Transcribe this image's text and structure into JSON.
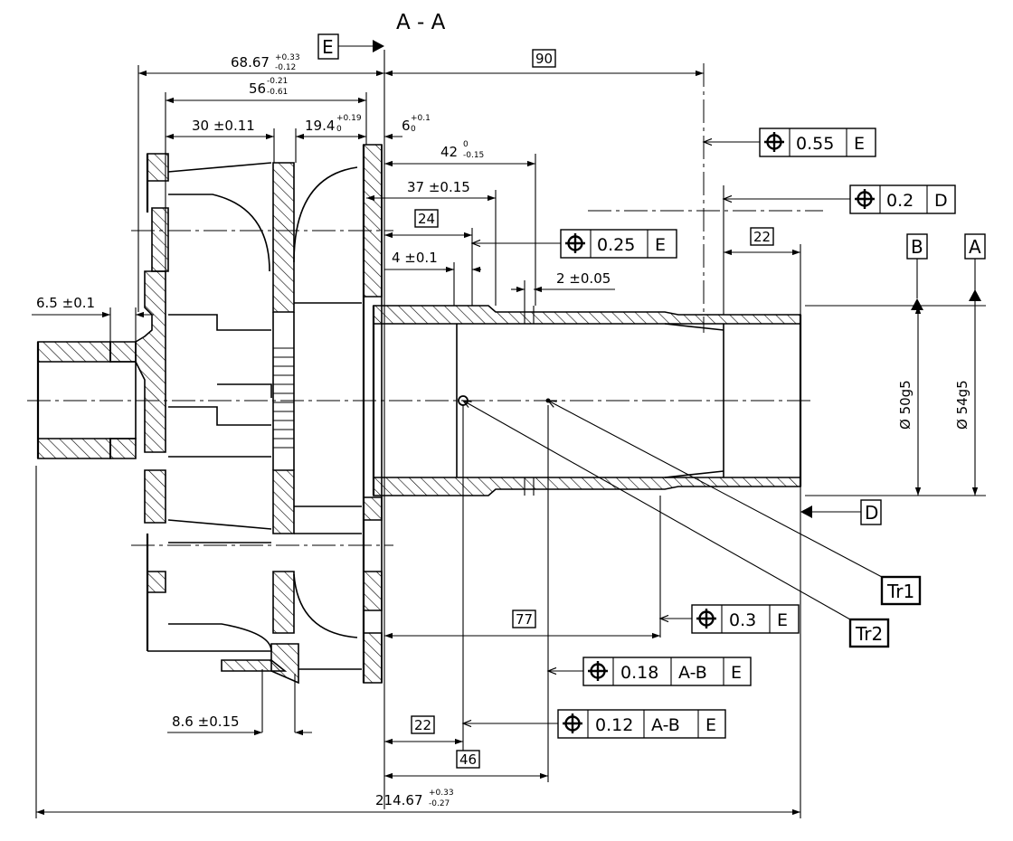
{
  "section_title": "A - A",
  "datum_labels": {
    "E": "E",
    "B": "B",
    "A": "A",
    "D": "D"
  },
  "dimensions": {
    "d_68_67": {
      "main": "68.67",
      "upper": "+0.33",
      "lower": "-0.12"
    },
    "d_56": {
      "main": "56",
      "upper": "-0.21",
      "lower": "-0.61"
    },
    "d_30": "30 ±0.11",
    "d_19_4": {
      "main": "19.4",
      "upper": "+0.19",
      "lower": "0"
    },
    "d_6": {
      "main": "6",
      "upper": "+0.1",
      "lower": "0"
    },
    "d_42": {
      "main": "42",
      "upper": "0",
      "lower": "-0.15"
    },
    "d_37": "37 ±0.15",
    "d_4": "4 ±0.1",
    "d_2": "2 ±0.05",
    "d_6_5": "6.5 ±0.1",
    "d_8_6": "8.6 ±0.15",
    "d_214": {
      "main": "214.67",
      "upper": "+0.33",
      "lower": "-0.27"
    },
    "dia_50": "Ø 50g5",
    "dia_54": "Ø 54g5"
  },
  "basic_dims": {
    "b90": "90",
    "b24": "24",
    "b22_top": "22",
    "b77": "77",
    "b22_bot": "22",
    "b46": "46"
  },
  "tolerance_frames": {
    "f055": {
      "symbol": "position-icon",
      "value": "0.55",
      "datum": "E"
    },
    "f02": {
      "symbol": "position-icon",
      "value": "0.2",
      "datum": "D"
    },
    "f025": {
      "symbol": "position-icon",
      "value": "0.25",
      "datum": "E"
    },
    "f03": {
      "symbol": "position-icon",
      "value": "0.3",
      "datum": "E"
    },
    "f018": {
      "symbol": "position-icon",
      "value": "0.18",
      "datum": "A-B",
      "datum2": "E"
    },
    "f012": {
      "symbol": "position-icon",
      "value": "0.12",
      "datum": "A-B",
      "datum2": "E"
    }
  },
  "references": {
    "tr1": "Tr1",
    "tr2": "Tr2"
  }
}
